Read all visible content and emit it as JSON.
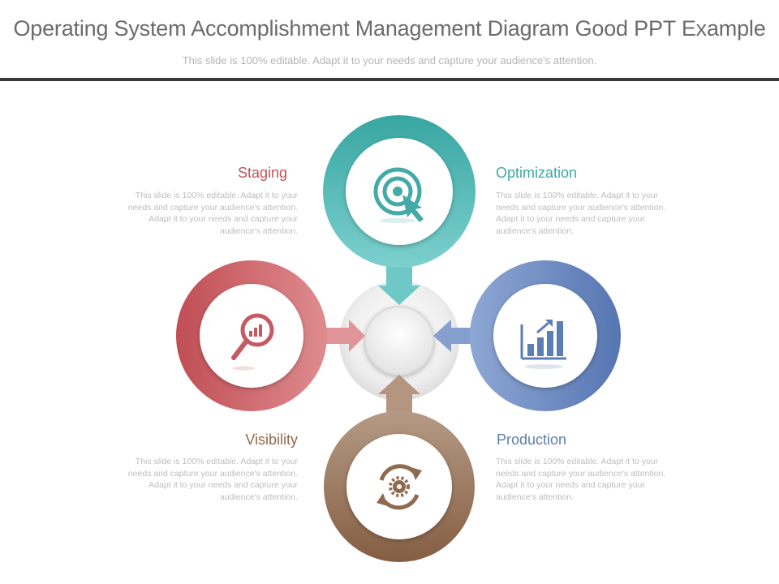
{
  "header": {
    "title": "Operating System Accomplishment Management Diagram Good PPT Example",
    "subtitle": "This slide is 100% editable. Adapt it to your needs and capture your audience's attention."
  },
  "items": [
    {
      "label": "Staging",
      "description": "This slide is 100% editable. Adapt it to your needs and capture your audience's attention. Adapt it to your needs and capture your audience's attention.",
      "color": "#c0555a",
      "icon": "magnifier-chart-icon"
    },
    {
      "label": "Optimization",
      "description": "This slide is 100% editable. Adapt it to your needs and capture your audience's attention. Adapt it to your needs and capture your audience's attention.",
      "color": "#3aa9a6",
      "icon": "target-icon"
    },
    {
      "label": "Visibility",
      "description": "This slide is 100% editable. Adapt it to your needs and capture your audience's attention. Adapt it to your needs and capture your audience's attention.",
      "color": "#8f6a4e",
      "icon": "gear-cycle-icon"
    },
    {
      "label": "Production",
      "description": "This slide is 100% editable. Adapt it to your needs and capture your audience's attention. Adapt it to your needs and capture your audience's attention.",
      "color": "#5b7db5",
      "icon": "growth-chart-icon"
    }
  ]
}
